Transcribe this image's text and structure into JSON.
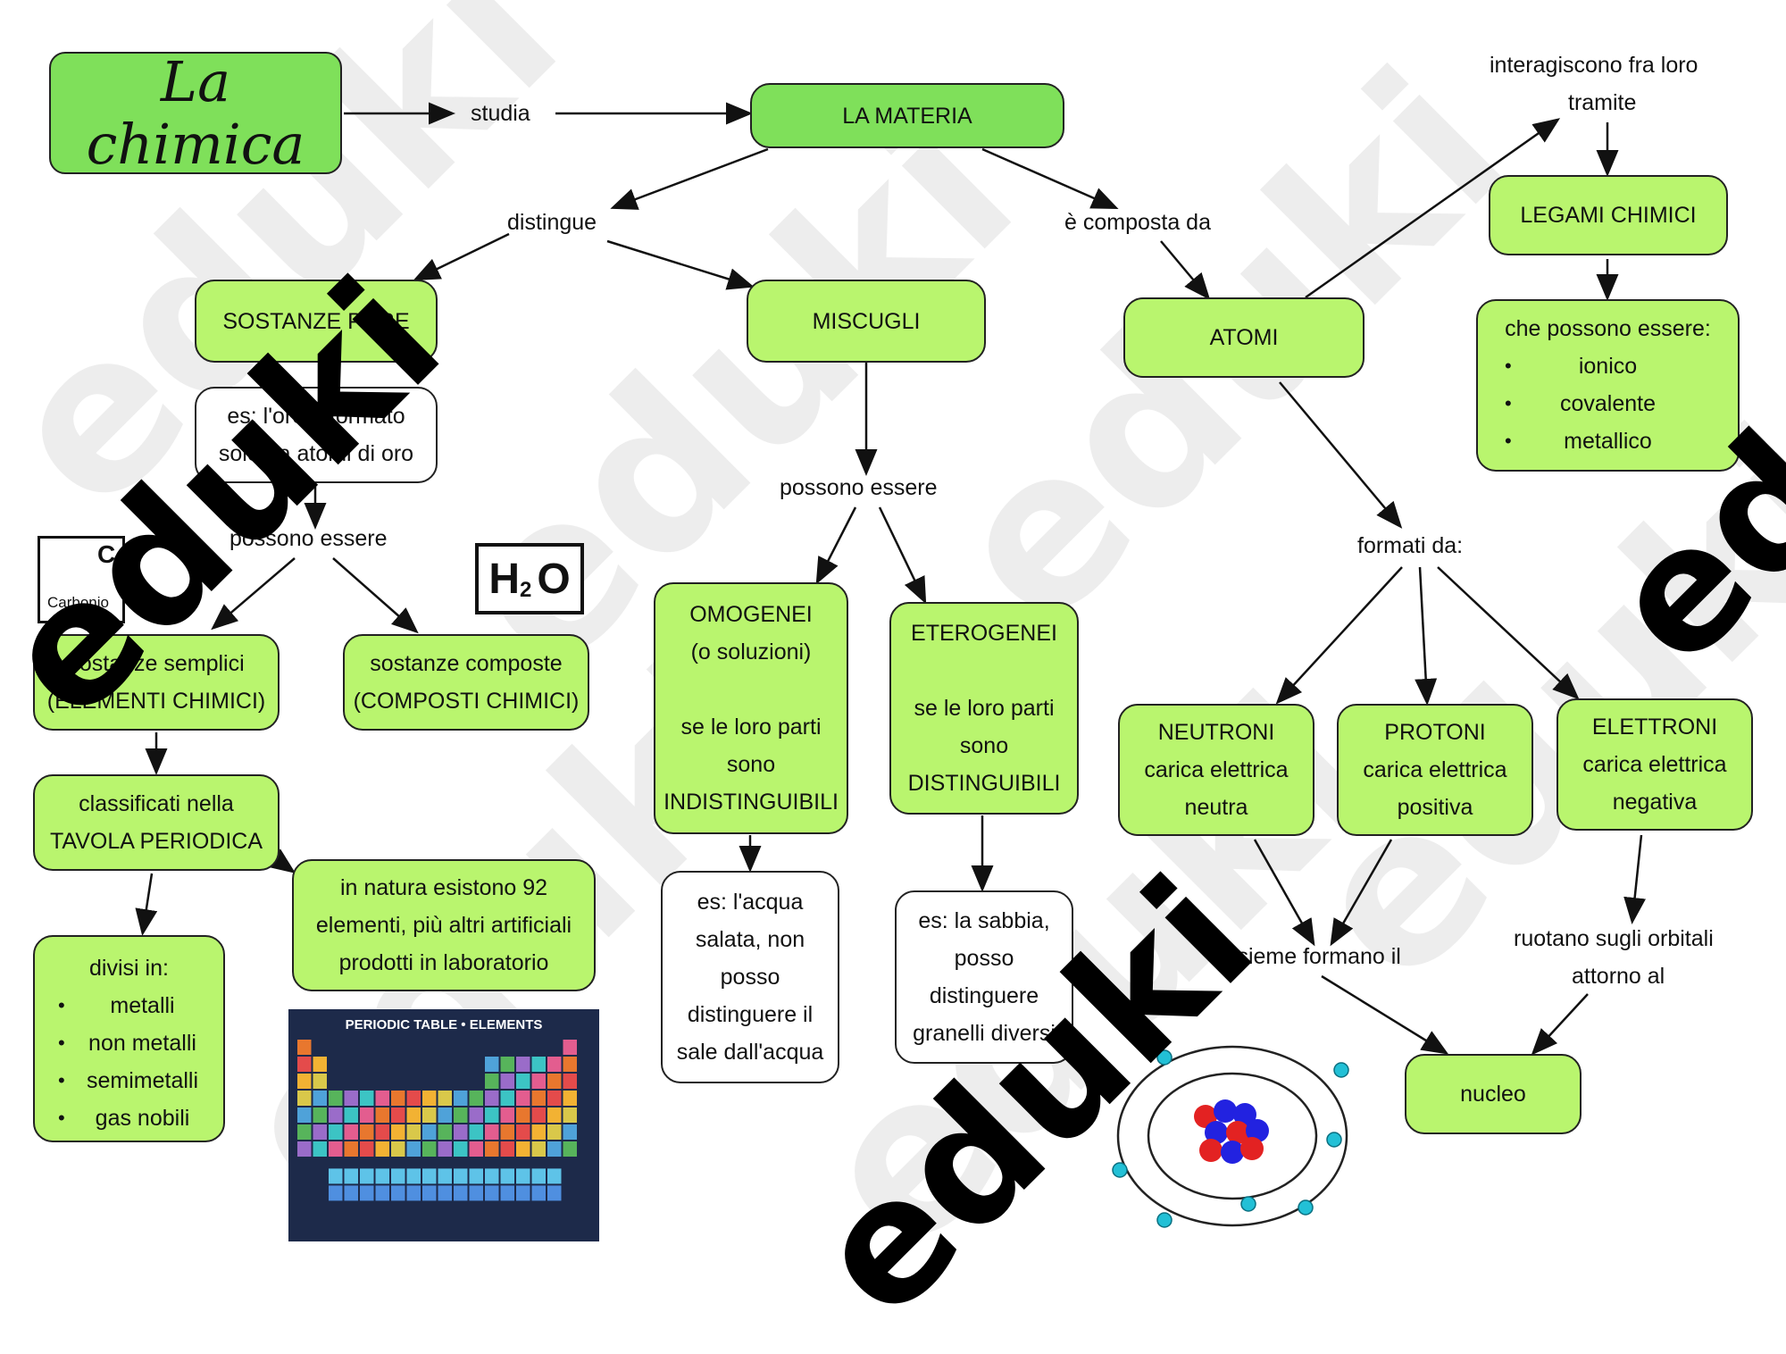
{
  "title": "La chimica",
  "labels": {
    "studia": "studia",
    "distingue": "distingue",
    "composta": "è composta da",
    "interagiscono": "interagiscono fra loro",
    "tramite": "tramite",
    "possono_essere_1": "possono essere",
    "possono_essere_2": "possono essere",
    "formati_da": "formati da:",
    "insieme": "insieme formano il",
    "ruotano": "ruotano sugli orbitali",
    "attorno": "attorno al"
  },
  "nodes": {
    "materia": "LA MATERIA",
    "sostanze_pure": "SOSTANZE PURE",
    "oro_1": "es: l'oro è formato",
    "oro_2": "solo da atomi di oro",
    "miscugli": "MISCUGLI",
    "atomi": "ATOMI",
    "legami": "LEGAMI CHIMICI",
    "possono_title": "che possono essere:",
    "legami_list": [
      "ionico",
      "covalente",
      "metallico"
    ],
    "semplici_1": "sostanze semplici",
    "semplici_2": "(ELEMENTI CHIMICI)",
    "composte_1": "sostanze composte",
    "composte_2": "(COMPOSTI CHIMICI)",
    "classificati_1": "classificati nella",
    "classificati_2": "TAVOLA PERIODICA",
    "natura_1": "in natura esistono 92",
    "natura_2": "elementi, più altri artificiali",
    "natura_3": "prodotti in laboratorio",
    "divisi_title": "divisi in:",
    "divisi_list": [
      "metalli",
      "non metalli",
      "semimetalli",
      "gas nobili"
    ],
    "omogenei_1": "OMOGENEI",
    "omogenei_2": "(o soluzioni)",
    "omogenei_3": "se le loro parti",
    "omogenei_4": "sono",
    "omogenei_5": "INDISTINGUIBILI",
    "eterogenei_1": "ETEROGENEI",
    "eterogenei_2": "se le loro parti",
    "eterogenei_3": "sono",
    "eterogenei_4": "DISTINGUIBILI",
    "acqua_1": "es: l'acqua",
    "acqua_2": "salata, non",
    "acqua_3": "posso",
    "acqua_4": "distinguere il",
    "acqua_5": "sale dall'acqua",
    "sabbia_1": "es: la sabbia,",
    "sabbia_2": "posso",
    "sabbia_3": "distinguere",
    "sabbia_4": "granelli diversi",
    "neutroni_1": "NEUTRONI",
    "neutroni_2": "carica elettrica",
    "neutroni_3": "neutra",
    "protoni_1": "PROTONI",
    "protoni_2": "carica elettrica",
    "protoni_3": "positiva",
    "elettroni_1": "ELETTRONI",
    "elettroni_2": "carica elettrica",
    "elettroni_3": "negativa",
    "nucleo": "nucleo"
  },
  "carbon_box": {
    "symbol": "C",
    "name": "Carbonio"
  },
  "h2o": {
    "h": "H",
    "sub": "2",
    "o": "O"
  },
  "periodic_table": {
    "title": "PERIODIC TABLE • ELEMENTS"
  },
  "watermark": "eduki",
  "colors": {
    "green": "#b9f56e",
    "dark_green": "#7fe05a",
    "border": "#222222"
  }
}
